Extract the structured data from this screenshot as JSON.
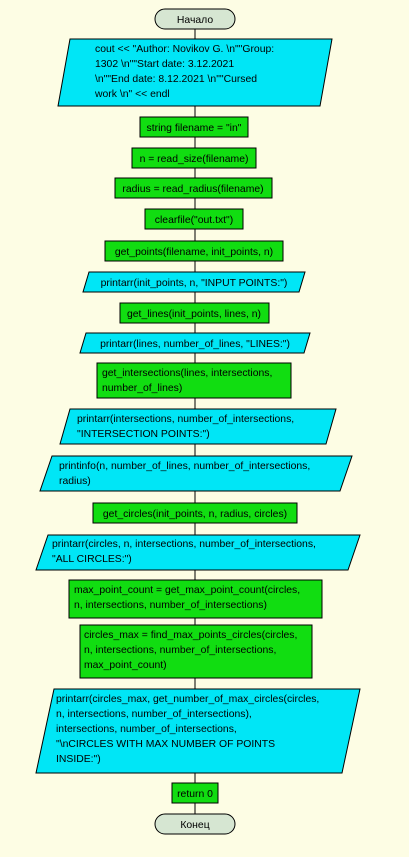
{
  "colors": {
    "background": "#fdfde4",
    "process": "#11dd11",
    "io": "#00e6f6",
    "terminator": "#d6e6d2",
    "stroke": "#000000"
  },
  "nodes": [
    {
      "id": "start",
      "type": "terminator",
      "lines": [
        "Начало"
      ]
    },
    {
      "id": "print-author",
      "type": "io",
      "lines": [
        "cout << \"Author: Novikov G. \\n\"\"Group:",
        "1302 \\n\"\"Start date: 3.12.2021",
        "\\n\"\"End date: 8.12.2021 \\n\"\"Cursed",
        "work \\n\" << endl"
      ]
    },
    {
      "id": "filename",
      "type": "process",
      "lines": [
        "string filename = \"in\""
      ]
    },
    {
      "id": "read-size",
      "type": "process",
      "lines": [
        "n = read_size(filename)"
      ]
    },
    {
      "id": "read-radius",
      "type": "process",
      "lines": [
        "radius = read_radius(filename)"
      ]
    },
    {
      "id": "clearfile",
      "type": "process",
      "lines": [
        "clearfile(\"out.txt\")"
      ]
    },
    {
      "id": "get-points",
      "type": "process",
      "lines": [
        "get_points(filename, init_points, n)"
      ]
    },
    {
      "id": "print-input-points",
      "type": "io",
      "lines": [
        "printarr(init_points, n, \"INPUT POINTS:\")"
      ]
    },
    {
      "id": "get-lines",
      "type": "process",
      "lines": [
        "get_lines(init_points, lines, n)"
      ]
    },
    {
      "id": "print-lines",
      "type": "io",
      "lines": [
        "printarr(lines, number_of_lines, \"LINES:\")"
      ]
    },
    {
      "id": "get-intersections",
      "type": "process",
      "lines": [
        "get_intersections(lines, intersections,",
        "number_of_lines)"
      ]
    },
    {
      "id": "print-intersections",
      "type": "io",
      "lines": [
        "printarr(intersections, number_of_intersections,",
        "\"INTERSECTION POINTS:\")"
      ]
    },
    {
      "id": "printinfo",
      "type": "io",
      "lines": [
        "printinfo(n, number_of_lines, number_of_intersections,",
        "radius)"
      ]
    },
    {
      "id": "get-circles",
      "type": "process",
      "lines": [
        "get_circles(init_points, n, radius, circles)"
      ]
    },
    {
      "id": "print-circles",
      "type": "io",
      "lines": [
        "printarr(circles, n, intersections, number_of_intersections,",
        "\"ALL CIRCLES:\")"
      ]
    },
    {
      "id": "max-point-count",
      "type": "process",
      "lines": [
        "max_point_count = get_max_point_count(circles,",
        "n, intersections, number_of_intersections)"
      ]
    },
    {
      "id": "circles-max",
      "type": "process",
      "lines": [
        "circles_max = find_max_points_circles(circles,",
        "n, intersections, number_of_intersections,",
        "max_point_count)"
      ]
    },
    {
      "id": "print-circles-max",
      "type": "io",
      "lines": [
        "printarr(circles_max, get_number_of_max_circles(circles,",
        "n, intersections, number_of_intersections),",
        "intersections, number_of_intersections,",
        "\"\\nCIRCLES WITH MAX NUMBER OF POINTS",
        "INSIDE:\")"
      ]
    },
    {
      "id": "return",
      "type": "process",
      "lines": [
        "return 0"
      ]
    },
    {
      "id": "end",
      "type": "terminator",
      "lines": [
        "Конец"
      ]
    }
  ]
}
